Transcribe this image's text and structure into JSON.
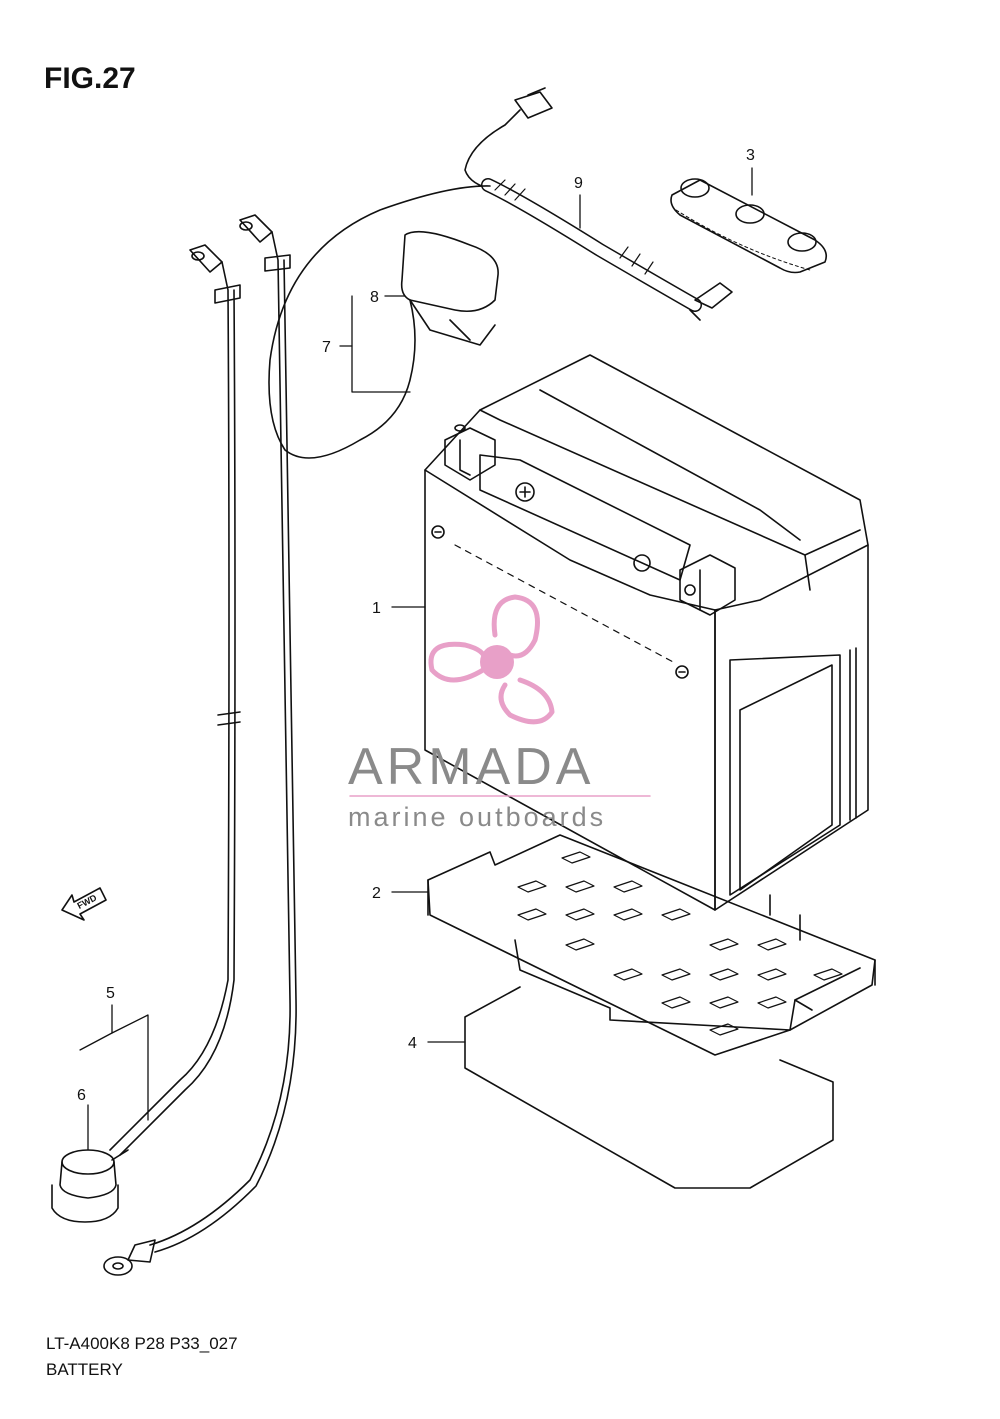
{
  "figure": {
    "title": "FIG.27"
  },
  "callouts": [
    {
      "id": "1",
      "label": "1"
    },
    {
      "id": "2",
      "label": "2"
    },
    {
      "id": "3",
      "label": "3"
    },
    {
      "id": "4",
      "label": "4"
    },
    {
      "id": "5",
      "label": "5"
    },
    {
      "id": "6",
      "label": "6"
    },
    {
      "id": "7",
      "label": "7"
    },
    {
      "id": "8",
      "label": "8"
    },
    {
      "id": "9",
      "label": "9"
    }
  ],
  "direction_marker": {
    "label": "FWD",
    "icon": "fwd-arrow-icon"
  },
  "watermark": {
    "brand": "ARMADA",
    "tagline": "marine outboards",
    "accent_color": "#e8a0c8",
    "text_color": "#8a8a8a",
    "icon": "propeller-logo-icon"
  },
  "footer": {
    "code": "LT-A400K8 P28 P33_027",
    "name": "BATTERY"
  }
}
